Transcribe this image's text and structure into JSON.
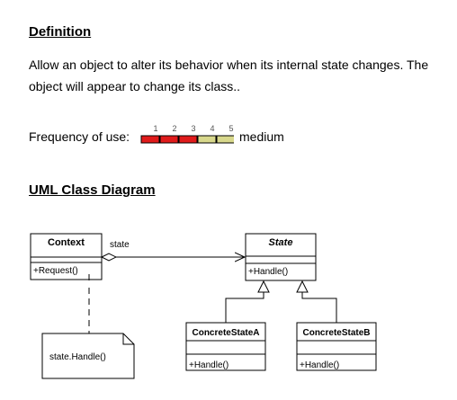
{
  "definition": {
    "heading": "Definition",
    "text": "Allow an object to alter its behavior when its internal state changes. The object will appear to change its class.."
  },
  "frequency": {
    "label": "Frequency of use:",
    "scale_numbers": [
      "1",
      "2",
      "3",
      "4",
      "5"
    ],
    "level_value": 3,
    "level_max": 5,
    "level_text": "medium",
    "colors": {
      "filled": "#e01b1b",
      "empty": "#d8d88c",
      "border": "#000000"
    }
  },
  "uml": {
    "heading": "UML Class Diagram",
    "context": {
      "name": "Context",
      "method": "+Request()"
    },
    "association_label": "state",
    "note": "state.Handle()",
    "state": {
      "name": "State",
      "method": "+Handle()"
    },
    "concrete_a": {
      "name": "ConcreteStateA",
      "method": "+Handle()"
    },
    "concrete_b": {
      "name": "ConcreteStateB",
      "method": "+Handle()"
    }
  }
}
